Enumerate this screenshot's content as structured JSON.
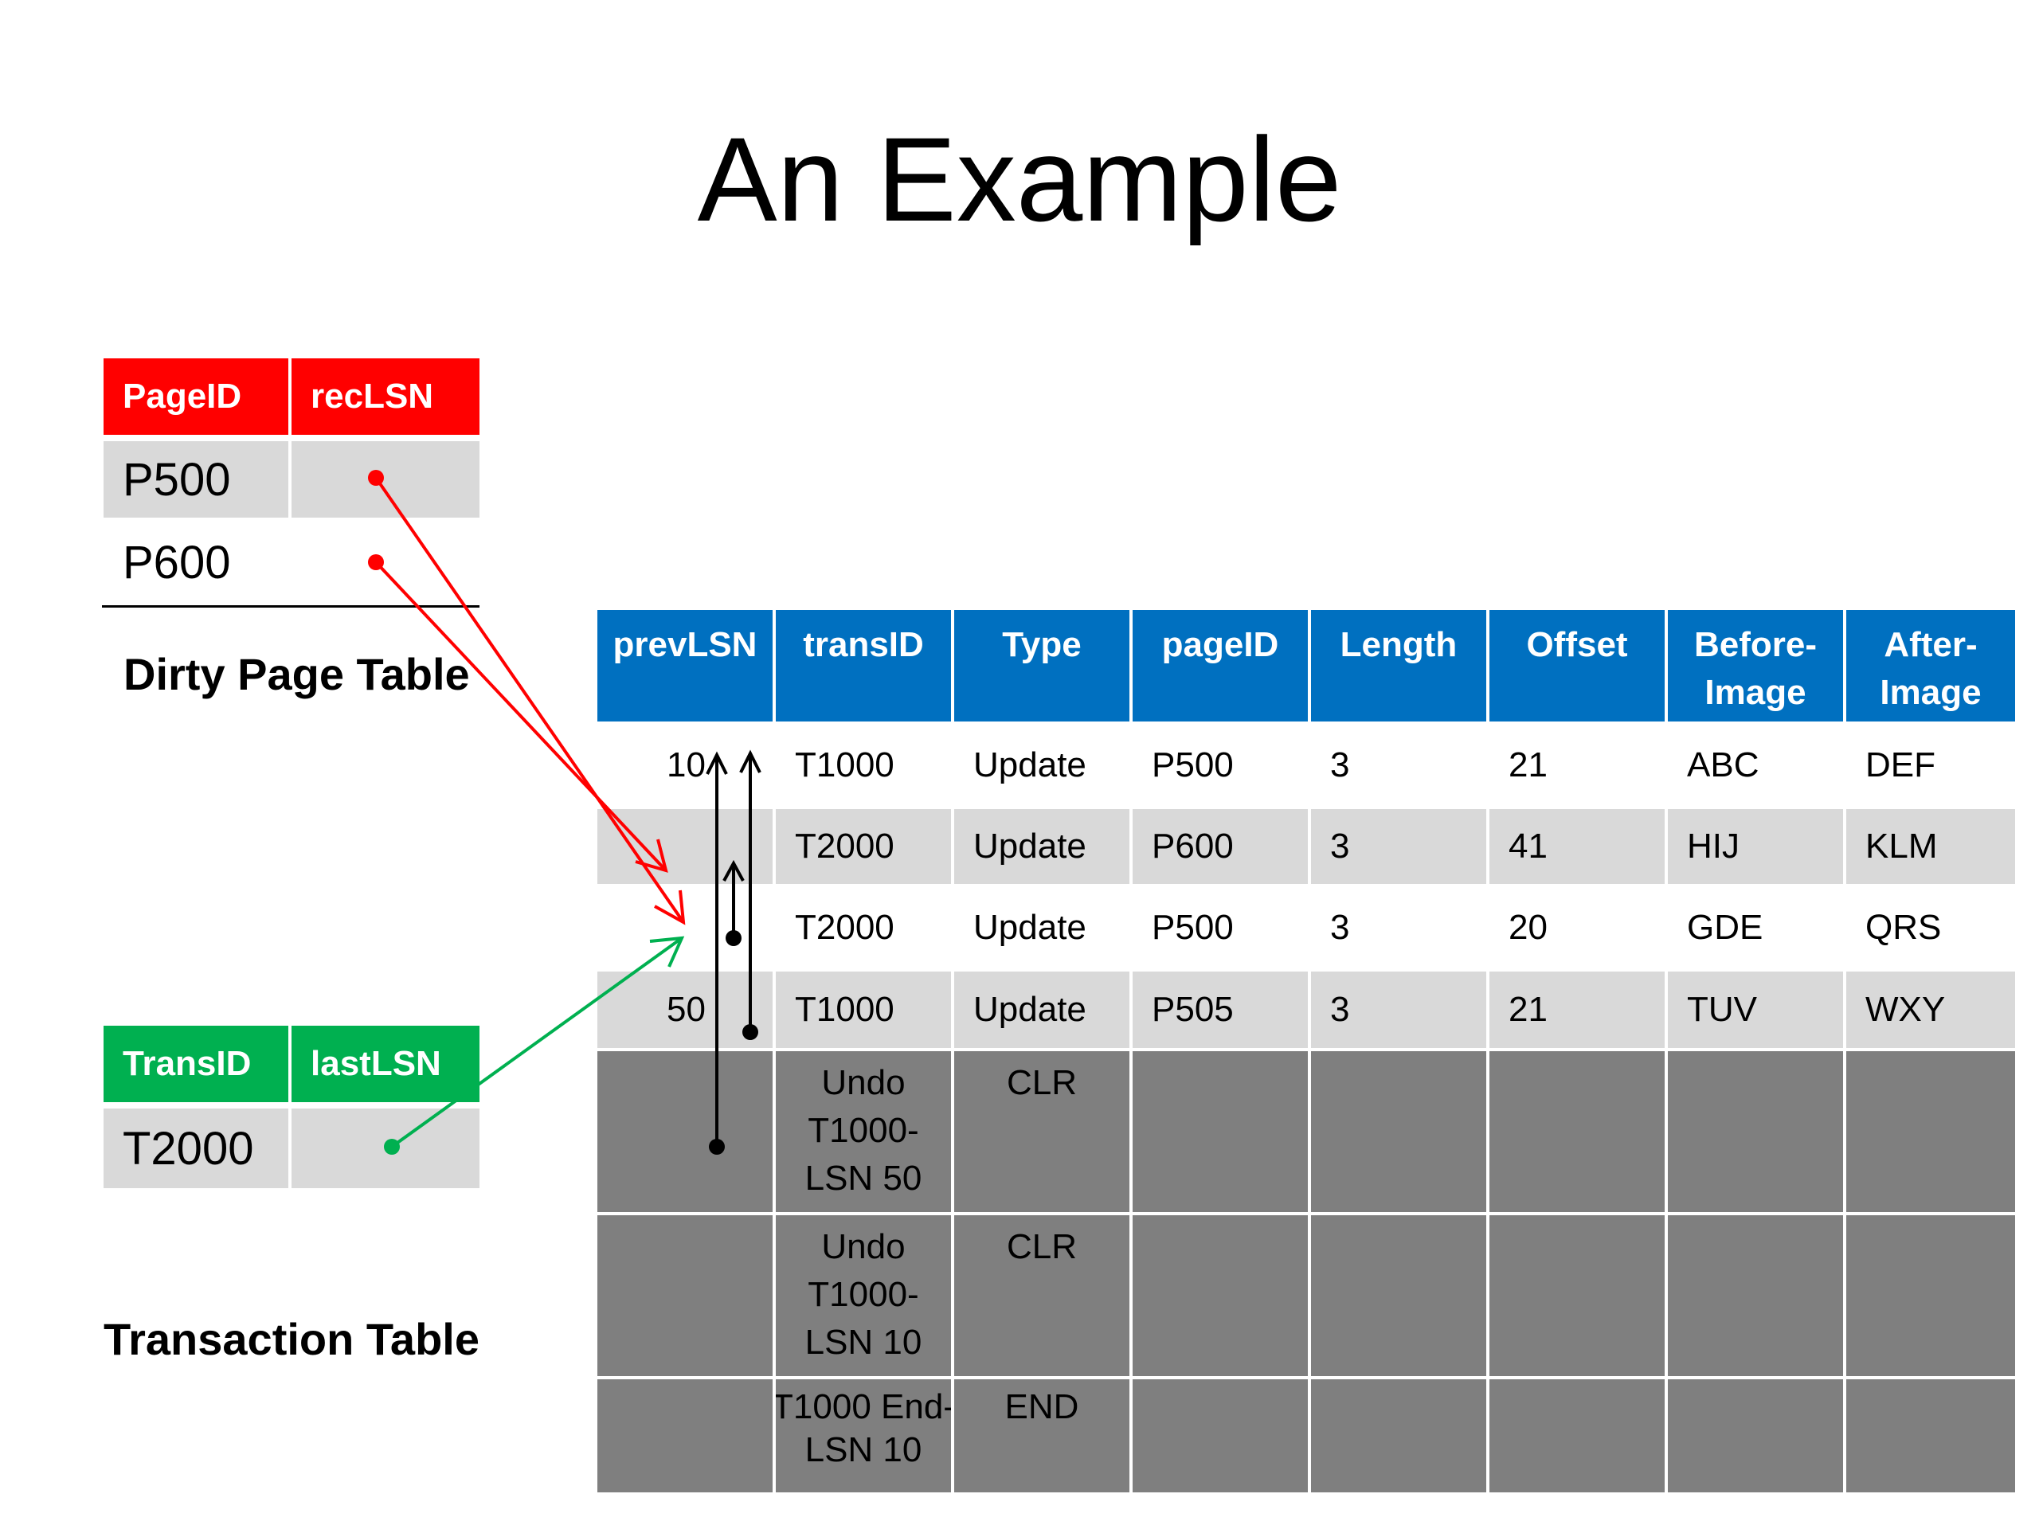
{
  "title": "An Example",
  "dirty_page_table": {
    "caption": "Dirty Page Table",
    "header": [
      "PageID",
      "recLSN"
    ],
    "rows": [
      {
        "page_id": "P500"
      },
      {
        "page_id": "P600"
      }
    ],
    "color": "#ff0000"
  },
  "transaction_table": {
    "caption": "Transaction Table",
    "header": [
      "TransID",
      "lastLSN"
    ],
    "rows": [
      {
        "trans_id": "T2000"
      }
    ],
    "color": "#00b050"
  },
  "log": {
    "header_color": "#0070c0",
    "clr_color": "#7f7f7f",
    "columns": [
      "prevLSN",
      "transID",
      "Type",
      "pageID",
      "Length",
      "Offset",
      "Before-\nImage",
      "After-\nImage"
    ],
    "records": [
      {
        "prevLSN": "10",
        "transID": "T1000",
        "type": "Update",
        "pageID": "P500",
        "length": "3",
        "offset": "21",
        "before": "ABC",
        "after": "DEF"
      },
      {
        "prevLSN": "",
        "transID": "T2000",
        "type": "Update",
        "pageID": "P600",
        "length": "3",
        "offset": "41",
        "before": "HIJ",
        "after": "KLM"
      },
      {
        "prevLSN": "",
        "transID": "T2000",
        "type": "Update",
        "pageID": "P500",
        "length": "3",
        "offset": "20",
        "before": "GDE",
        "after": "QRS"
      },
      {
        "prevLSN": "50",
        "transID": "T1000",
        "type": "Update",
        "pageID": "P505",
        "length": "3",
        "offset": "21",
        "before": "TUV",
        "after": "WXY"
      },
      {
        "prevLSN": "",
        "transID": "Undo\nT1000-\nLSN 50",
        "type": "CLR"
      },
      {
        "prevLSN": "",
        "transID": "Undo\nT1000-\nLSN 10",
        "type": "CLR"
      },
      {
        "prevLSN": "",
        "transID": "T1000 End-\nLSN 10",
        "type": "END"
      }
    ]
  }
}
